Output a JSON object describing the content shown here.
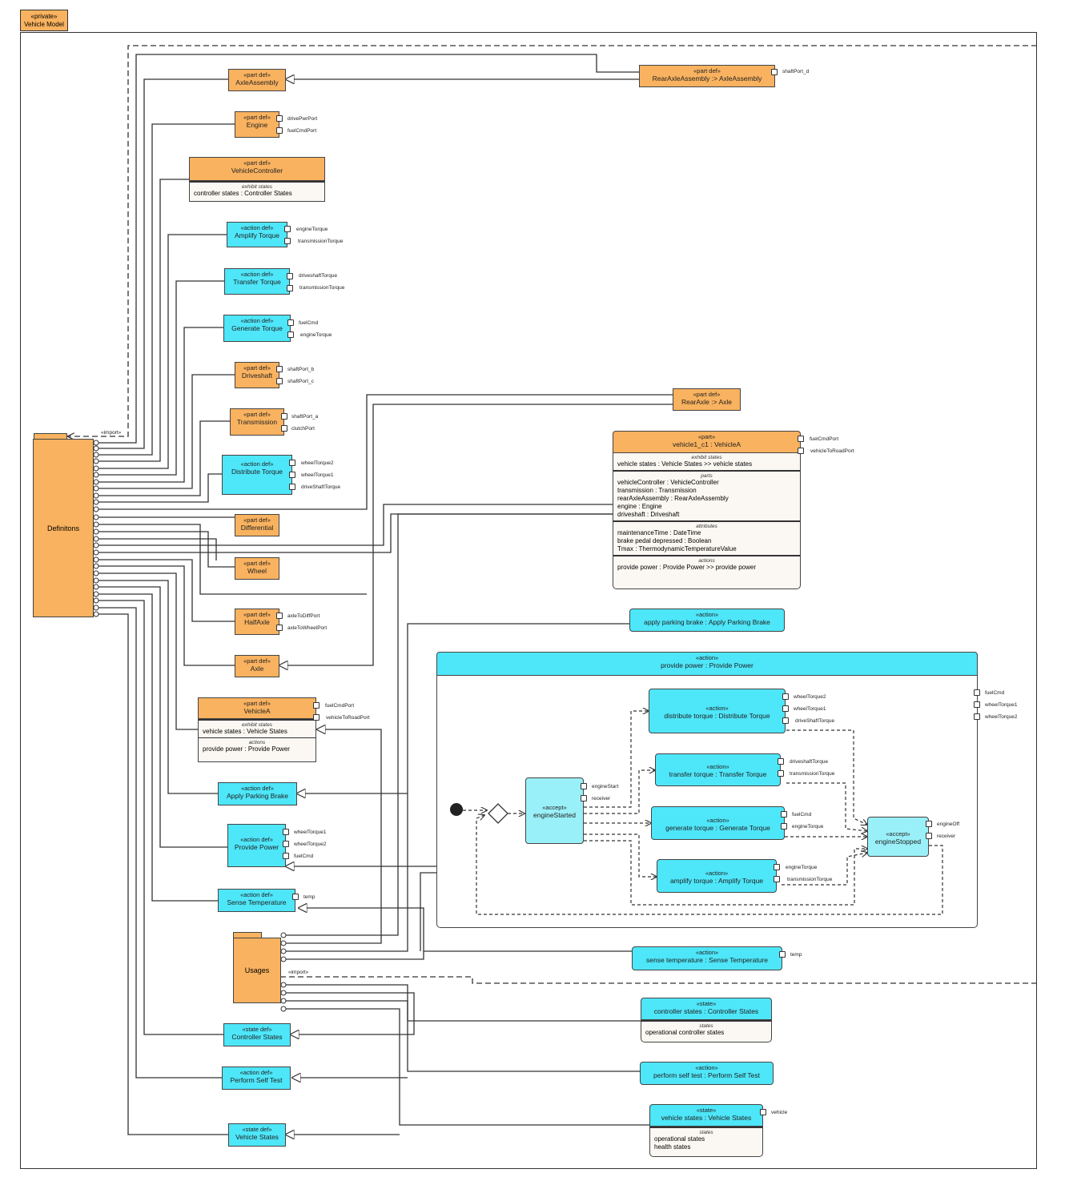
{
  "header": {
    "stereotype": "«private»",
    "title": "Vehicle Model"
  },
  "packages": {
    "definitions": "Definitons",
    "usages": "Usages",
    "import_label": "«import»"
  },
  "defs": {
    "axle_assembly": {
      "st": "«part def»",
      "nm": "AxleAssembly"
    },
    "rear_axle_assembly": {
      "st": "«part def»",
      "nm": "RearAxleAssembly :> AxleAssembly",
      "ports": [
        "shaftPort_d"
      ]
    },
    "engine": {
      "st": "«part def»",
      "nm": "Engine",
      "ports": [
        "drivePwrPort",
        "fuelCmdPort"
      ]
    },
    "vehicle_controller": {
      "st": "«part def»",
      "nm": "VehicleController",
      "sec_title": "exhibit states",
      "sec_line": "controller states : Controller States"
    },
    "amplify_torque": {
      "st": "«action def»",
      "nm": "Amplify Torque",
      "ports": [
        "engineTorque",
        "transmissionTorque"
      ]
    },
    "transfer_torque": {
      "st": "«action def»",
      "nm": "Transfer Torque",
      "ports": [
        "driveshaftTorque",
        "transmissionTorque"
      ]
    },
    "generate_torque": {
      "st": "«action def»",
      "nm": "Generate Torque",
      "ports": [
        "fuelCmd",
        "engineTorque"
      ]
    },
    "driveshaft": {
      "st": "«part def»",
      "nm": "Driveshaft",
      "ports": [
        "shaftPort_b",
        "shaftPort_c"
      ]
    },
    "transmission": {
      "st": "«part def»",
      "nm": "Transmission",
      "ports": [
        "shaftPort_a",
        "clutchPort"
      ]
    },
    "distribute_torque": {
      "st": "«action def»",
      "nm": "Distribute Torque",
      "ports": [
        "wheelTorque2",
        "wheelTorque1",
        "driveShaftTorque"
      ]
    },
    "differential": {
      "st": "«part def»",
      "nm": "Differential"
    },
    "wheel": {
      "st": "«part def»",
      "nm": "Wheel"
    },
    "half_axle": {
      "st": "«part def»",
      "nm": "HalfAxle",
      "ports": [
        "axleToDiffPort",
        "axleToWheelPort"
      ]
    },
    "axle": {
      "st": "«part def»",
      "nm": "Axle"
    },
    "rear_axle": {
      "st": "«part def»",
      "nm": "RearAxle :> Axle"
    },
    "vehicle_a": {
      "st": "«part def»",
      "nm": "VehicleA",
      "ports": [
        "fuelCmdPort",
        "vehicleToRoadPort"
      ],
      "s1": "exhibit states",
      "l1": "vehicle states : Vehicle States",
      "s2": "actions",
      "l2": "provide power : Provide Power"
    },
    "apply_parking_brake": {
      "st": "«action def»",
      "nm": "Apply Parking Brake"
    },
    "provide_power": {
      "st": "«action def»",
      "nm": "Provide Power",
      "ports": [
        "wheelTorque1",
        "wheelTorque2",
        "fuelCmd"
      ]
    },
    "sense_temperature": {
      "st": "«action def»",
      "nm": "Sense Temperature",
      "ports": [
        "temp"
      ]
    },
    "controller_states": {
      "st": "«state def»",
      "nm": "Controller States"
    },
    "perform_self_test": {
      "st": "«action def»",
      "nm": "Perform Self Test"
    },
    "vehicle_states": {
      "st": "«state def»",
      "nm": "Vehicle States"
    }
  },
  "usages": {
    "vehicle1": {
      "st": "«part»",
      "nm": "vehicle1_c1 : VehicleA",
      "ports": [
        "fuelCmdPort",
        "vehicleToRoadPort"
      ],
      "s_exhibit": "exhibit states",
      "exhibit": "vehicle states : Vehicle States >> vehicle states",
      "s_parts": "parts",
      "parts": [
        "vehicleController : VehicleController",
        "transmission : Transmission",
        "rearAxleAssembly : RearAxleAssembly",
        "engine : Engine",
        "driveshaft : Driveshaft"
      ],
      "s_attr": "attributes",
      "attrs": [
        "maintenanceTime : DateTime",
        "brake pedal depressed : Boolean",
        "Tmax : ThermodynamicTemperatureValue"
      ],
      "s_actions": "actions",
      "action": "provide power : Provide Power >> provide power"
    },
    "apply_parking_brake": {
      "st": "«action»",
      "nm": "apply parking brake : Apply Parking Brake"
    },
    "provide_power": {
      "st": "«action»",
      "nm": "provide power : Provide Power",
      "ports": [
        "fuelCmd",
        "wheelTorque1",
        "wheelTorque2"
      ]
    },
    "engine_started": {
      "st": "«accept»",
      "nm": "engineStarted",
      "ports": [
        "engineStart",
        "receiver"
      ]
    },
    "engine_stopped": {
      "st": "«accept»",
      "nm": "engineStopped",
      "ports": [
        "engineOff",
        "receiver"
      ]
    },
    "distribute": {
      "st": "«action»",
      "nm": "distribute torque : Distribute Torque",
      "ports": [
        "wheelTorque2",
        "wheelTorque1",
        "driveShaftTorque"
      ]
    },
    "transfer": {
      "st": "«action»",
      "nm": "transfer torque : Transfer Torque",
      "ports": [
        "driveshaftTorque",
        "transmissionTorque"
      ]
    },
    "generate": {
      "st": "«action»",
      "nm": "generate torque : Generate Torque",
      "ports": [
        "fuelCmd",
        "engineTorque"
      ]
    },
    "amplify": {
      "st": "«action»",
      "nm": "amplify torque : Amplify Torque",
      "ports": [
        "engineTorque",
        "transmissionTorque"
      ]
    },
    "sense_temperature": {
      "st": "«action»",
      "nm": "sense temperature : Sense Temperature",
      "ports": [
        "temp"
      ]
    },
    "controller_states": {
      "st": "«state»",
      "nm": "controller states : Controller States",
      "s": "states",
      "l": "operational controller states"
    },
    "perform_self_test": {
      "st": "«action»",
      "nm": "perform self test : Perform Self Test"
    },
    "vehicle_states": {
      "st": "«state»",
      "nm": "vehicle states : Vehicle States",
      "ports": [
        "vehicle"
      ],
      "s": "states",
      "l1": "operational states",
      "l2": "health states"
    }
  },
  "colors": {
    "part": "#f9b25f",
    "action": "#4ee6f9",
    "accept": "#9af0f8"
  }
}
